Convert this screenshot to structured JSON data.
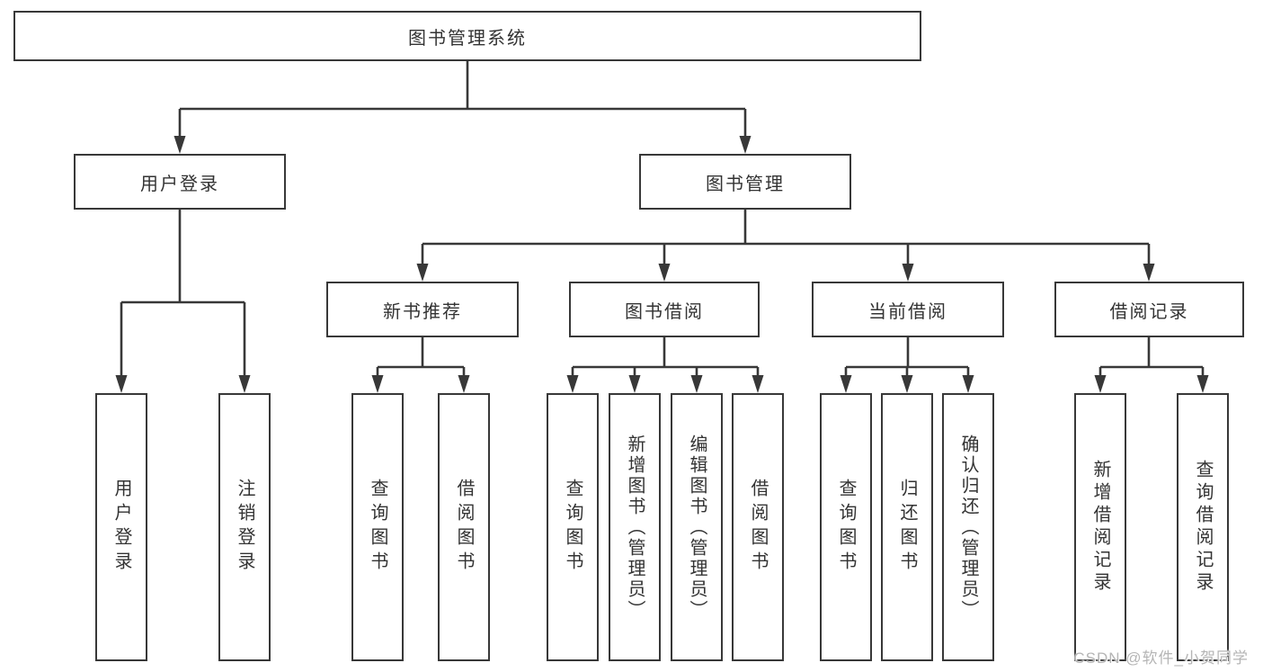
{
  "diagram": {
    "type": "tree",
    "colors": {
      "line": "#383838",
      "box_border": "#383838",
      "box_fill": "#ffffff",
      "text": "#333333",
      "watermark": "#b5b5b5"
    },
    "nodes": {
      "root": "图书管理系统",
      "user_login": "用户登录",
      "book_management": "图书管理",
      "new_book_recommend": "新书推荐",
      "book_borrowing": "图书借阅",
      "current_borrowing": "当前借阅",
      "borrowing_records": "借阅记录",
      "leaf_user_login": "用户登录",
      "leaf_logout": "注销登录",
      "leaf_query_books_1": "查询图书",
      "leaf_borrow_books_1": "借阅图书",
      "leaf_query_books_2": "查询图书",
      "leaf_add_book_admin": "新增图书（管理员）",
      "leaf_edit_book_admin": "编辑图书（管理员）",
      "leaf_borrow_books_2": "借阅图书",
      "leaf_query_books_3": "查询图书",
      "leaf_return_book": "归还图书",
      "leaf_confirm_return_admin": "确认归还（管理员）",
      "leaf_add_borrow_record": "新增借阅记录",
      "leaf_query_borrow_record": "查询借阅记录"
    },
    "hierarchy": {
      "图书管理系统": {
        "用户登录": [
          "用户登录",
          "注销登录"
        ],
        "图书管理": {
          "新书推荐": [
            "查询图书",
            "借阅图书"
          ],
          "图书借阅": [
            "查询图书",
            "新增图书（管理员）",
            "编辑图书（管理员）",
            "借阅图书"
          ],
          "当前借阅": [
            "查询图书",
            "归还图书",
            "确认归还（管理员）"
          ],
          "借阅记录": [
            "新增借阅记录",
            "查询借阅记录"
          ]
        }
      }
    }
  },
  "watermark": {
    "text": "CSDN @软件_小贺同学"
  }
}
